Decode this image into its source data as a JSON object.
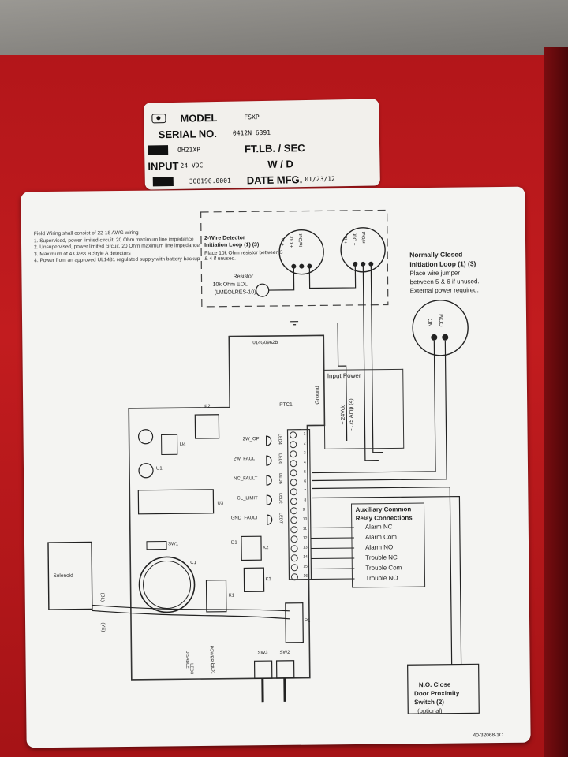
{
  "label": {
    "model_label": "MODEL",
    "model_value": "FSXP",
    "serial_label": "SERIAL NO.",
    "serial_value": "0412N 6391",
    "part_value": "OH21XP",
    "ftlb_label": "FT.LB. / SEC",
    "input_label": "INPUT",
    "input_value": "24 VDC",
    "wd_label": "W / D",
    "code_value": "308190.0001",
    "date_label": "DATE MFG.",
    "date_value": "01/23/12"
  },
  "panel": {
    "notes_title": "Field Wiring shall consist of 22-18 AWG wiring",
    "notes": [
      "1. Supervised, power limited circuit, 20 Ohm maximum line impedance",
      "2. Unsupervised, power limited circuit, 20 Ohm maximum line impedance",
      "3. Maximum of 4 Class B Style A detectors",
      "4. Power from an approved UL1481 regulated supply with battery backup"
    ],
    "two_wire_title": "2-Wire Detector",
    "two_wire_loop": "Initiation Loop (1) (3)",
    "two_wire_desc": "Place 10k Ohm resistor between 3 & 4 if unused.",
    "resistor": "Resistor",
    "resistor_value": "10k Ohm EOL",
    "resistor_part": "(LMEOLRES-10)",
    "det_pins": [
      "+ In",
      "+ Out",
      "- In/Out"
    ],
    "nc_title": "Normally Closed",
    "nc_loop": "Initiation Loop (1) (3)",
    "nc_desc1": "Place wire jumper",
    "nc_desc2": "between 5 & 6 if unused.",
    "nc_desc3": "External power required.",
    "nc_pins": [
      "NC",
      "COM"
    ],
    "board_id": "014G0962B",
    "ptc": "PTC1",
    "input_power": "Input Power",
    "ground": "Ground",
    "plus24": "+ 24Vdc",
    "amp": "- .75 Amp (4)",
    "leds": [
      {
        "label": "2W_OP",
        "id": "LED4"
      },
      {
        "label": "2W_FAULT",
        "id": "LED5"
      },
      {
        "label": "NC_FAULT",
        "id": "LED6"
      },
      {
        "label": "CL_LIMIT",
        "id": "LED2"
      },
      {
        "label": "GND_FAULT",
        "id": "LED7"
      }
    ],
    "terminals": [
      "1",
      "2",
      "3",
      "4",
      "5",
      "6",
      "7",
      "8",
      "9",
      "10",
      "11",
      "12",
      "13",
      "14",
      "15",
      "16"
    ],
    "relay_title1": "Auxiliary Common",
    "relay_title2": "Relay Connections",
    "relay_items": [
      "Alarm NC",
      "Alarm Com",
      "Alarm NO",
      "Trouble NC",
      "Trouble Com",
      "Trouble NO"
    ],
    "components": {
      "u4": "U4",
      "u3": "U3",
      "u1": "U1",
      "c1": "C1",
      "k1": "K1",
      "k2": "K2",
      "k3": "K3",
      "d1": "D1",
      "sw1": "SW1",
      "p1": "P1",
      "p2": "P2",
      "sw2": "SW2",
      "sw3": "SW3"
    },
    "solenoid": "Solenoid",
    "wire_bl": "(BL)",
    "wire_yel": "(YE)",
    "power_on": "POWER ON",
    "led1": "LED1",
    "disable": "DISABLE",
    "led3": "LED3",
    "no_close1": "N.O. Close",
    "no_close2": "Door Proximity",
    "no_close3": "Switch (2)",
    "no_close4": "(optional)",
    "doc_number": "40-32068-1C"
  }
}
